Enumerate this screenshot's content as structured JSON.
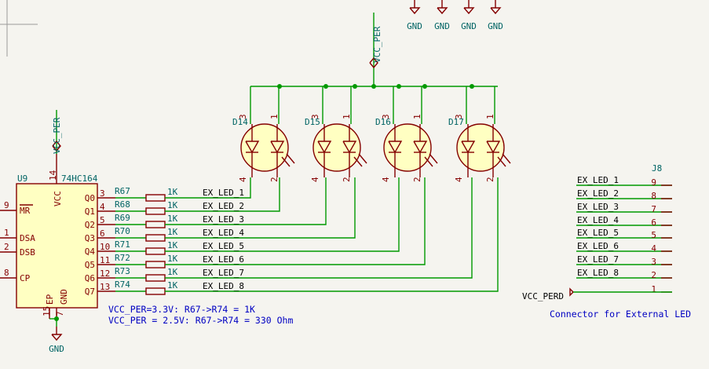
{
  "power": {
    "vcc_per": "VCC_PER",
    "gnd": "GND"
  },
  "ic": {
    "ref": "U9",
    "value": "74HC164",
    "pins_left": [
      {
        "num": "9",
        "name": "MR"
      },
      {
        "num": "1",
        "name": "DSA"
      },
      {
        "num": "2",
        "name": "DSB"
      },
      {
        "num": "8",
        "name": "CP"
      }
    ],
    "pins_right": [
      {
        "num": "3",
        "name": "Q0"
      },
      {
        "num": "4",
        "name": "Q1"
      },
      {
        "num": "5",
        "name": "Q2"
      },
      {
        "num": "6",
        "name": "Q3"
      },
      {
        "num": "10",
        "name": "Q4"
      },
      {
        "num": "11",
        "name": "Q5"
      },
      {
        "num": "12",
        "name": "Q6"
      },
      {
        "num": "13",
        "name": "Q7"
      }
    ],
    "pins_top": [
      {
        "num": "14",
        "name": "VCC"
      }
    ],
    "pins_bottom": [
      {
        "num": "15",
        "name": "EP"
      },
      {
        "num": "7",
        "name": "GND"
      }
    ]
  },
  "resistors": [
    {
      "ref": "R67",
      "value": "1K",
      "net": "EX_LED_1"
    },
    {
      "ref": "R68",
      "value": "1K",
      "net": "EX_LED_2"
    },
    {
      "ref": "R69",
      "value": "1K",
      "net": "EX_LED_3"
    },
    {
      "ref": "R70",
      "value": "1K",
      "net": "EX_LED_4"
    },
    {
      "ref": "R71",
      "value": "1K",
      "net": "EX_LED_5"
    },
    {
      "ref": "R72",
      "value": "1K",
      "net": "EX_LED_6"
    },
    {
      "ref": "R73",
      "value": "1K",
      "net": "EX_LED_7"
    },
    {
      "ref": "R74",
      "value": "1K",
      "net": "EX_LED_8"
    }
  ],
  "leds": [
    {
      "ref": "D14",
      "pins": [
        "3",
        "1",
        "4",
        "2"
      ]
    },
    {
      "ref": "D15",
      "pins": [
        "3",
        "1",
        "4",
        "2"
      ]
    },
    {
      "ref": "D16",
      "pins": [
        "3",
        "1",
        "4",
        "2"
      ]
    },
    {
      "ref": "D17",
      "pins": [
        "3",
        "1",
        "4",
        "2"
      ]
    }
  ],
  "connector": {
    "ref": "J8",
    "description": "Connector for External LED",
    "power_label": "VCC_PERD",
    "rows": [
      {
        "label": "EX_LED_1",
        "pin": "9"
      },
      {
        "label": "EX_LED_2",
        "pin": "8"
      },
      {
        "label": "EX_LED_3",
        "pin": "7"
      },
      {
        "label": "EX_LED_4",
        "pin": "6"
      },
      {
        "label": "EX_LED_5",
        "pin": "5"
      },
      {
        "label": "EX_LED_6",
        "pin": "4"
      },
      {
        "label": "EX_LED_7",
        "pin": "3"
      },
      {
        "label": "EX_LED_8",
        "pin": "2"
      },
      {
        "label": "",
        "pin": "1"
      }
    ]
  },
  "notes": [
    "VCC_PER=3.3V: R67->R74 = 1K",
    "VCC_PER = 2.5V: R67->R74 = 330 Ohm"
  ],
  "colors": {
    "background": "#f5f4ef",
    "wire": "#009900",
    "component": "#840000",
    "component_fill": "#ffffc2",
    "reference": "#006464",
    "note": "#0000c2"
  }
}
